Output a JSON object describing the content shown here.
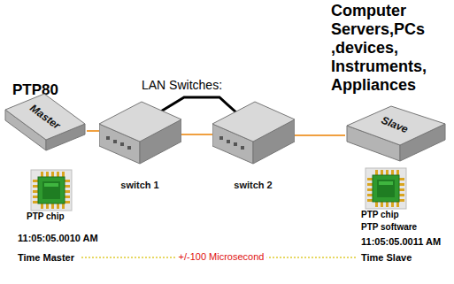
{
  "diagram": {
    "nodes": [
      {
        "text": [
          "Master"
        ]
      },
      {
        "text": [
          "switch 1"
        ]
      },
      {
        "text": [
          "switch 2"
        ]
      },
      {
        "text": [
          "Slave"
        ]
      }
    ],
    "edges": [
      {
        "from": 0,
        "to": 1,
        "arrow": "none"
      },
      {
        "from": 1,
        "to": 2,
        "arrow": "none"
      },
      {
        "from": 2,
        "to": 3,
        "arrow": "none"
      }
    ],
    "labels": [
      "PTP80",
      "LAN Switches:",
      "Computer Servers,PCs ,devices, Instruments, Appliances",
      "PTP chip",
      "11:05:05.0010 AM",
      "Time Master",
      "+/-100 Microsecond",
      "PTP chip",
      "PTP software",
      "11:05:05.0011 AM",
      "Time Slave"
    ]
  }
}
